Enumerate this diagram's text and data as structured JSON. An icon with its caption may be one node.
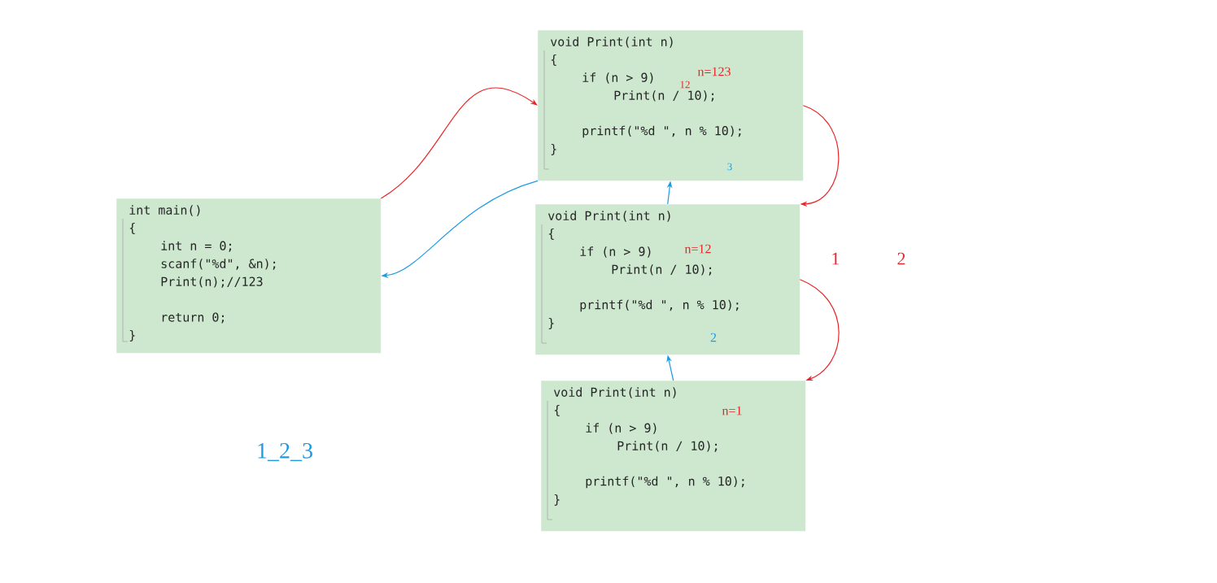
{
  "diagram": {
    "nodes": [
      {
        "text": [
          "int main()",
          "{",
          "int n = 0;",
          "scanf(\"%d\", &n);",
          "Print(n);//123",
          "return 0;",
          "}"
        ]
      },
      {
        "text": [
          "void Print(int n)",
          "{",
          "if (n > 9)",
          "Print(n / 10);",
          "printf(\"%d \", n % 10);",
          "}"
        ]
      },
      {
        "text": [
          "void Print(int n)",
          "{",
          "if (n > 9)",
          "Print(n / 10);",
          "printf(\"%d \", n % 10);",
          "}"
        ]
      },
      {
        "text": [
          "void Print(int n)",
          "{",
          "if (n > 9)",
          "Print(n / 10);",
          "printf(\"%d \", n % 10);",
          "}"
        ]
      }
    ],
    "edges": [
      {
        "from": 0,
        "to": 1,
        "arrow": "to",
        "color": "#e8262a"
      },
      {
        "from": 1,
        "to": 2,
        "arrow": "to",
        "color": "#e8262a"
      },
      {
        "from": 2,
        "to": 3,
        "arrow": "to",
        "color": "#e8262a"
      },
      {
        "from": 3,
        "to": 2,
        "arrow": "to",
        "color": "#1e9be0"
      },
      {
        "from": 2,
        "to": 1,
        "arrow": "to",
        "color": "#1e9be0"
      },
      {
        "from": 1,
        "to": 0,
        "arrow": "to",
        "color": "#1e9be0"
      }
    ],
    "labels": [
      "n=123",
      "12",
      "3",
      "n=12",
      "1",
      "2",
      "2",
      "n=1",
      "1_2_3"
    ]
  }
}
